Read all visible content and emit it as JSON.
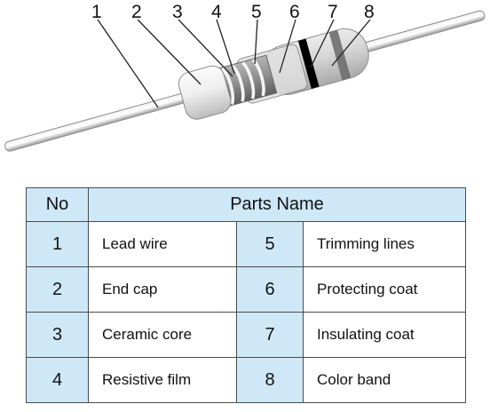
{
  "diagram": {
    "callouts": [
      "1",
      "2",
      "3",
      "4",
      "5",
      "6",
      "7",
      "8"
    ]
  },
  "table": {
    "header_no": "No",
    "header_parts": "Parts Name",
    "rows": [
      {
        "left_no": "1",
        "left_name": "Lead wire",
        "right_no": "5",
        "right_name": "Trimming lines"
      },
      {
        "left_no": "2",
        "left_name": "End cap",
        "right_no": "6",
        "right_name": "Protecting coat"
      },
      {
        "left_no": "3",
        "left_name": "Ceramic core",
        "right_no": "7",
        "right_name": "Insulating coat"
      },
      {
        "left_no": "4",
        "left_name": "Resistive film",
        "right_no": "8",
        "right_name": "Color band"
      }
    ]
  },
  "colors": {
    "header_bg": "#cfe8f8",
    "border": "#4a4a4a",
    "insulating_body": "#d4d4d4",
    "film": "#8e8e8e",
    "color_band_black": "#000000",
    "color_band_gray": "#6e6e6e"
  }
}
